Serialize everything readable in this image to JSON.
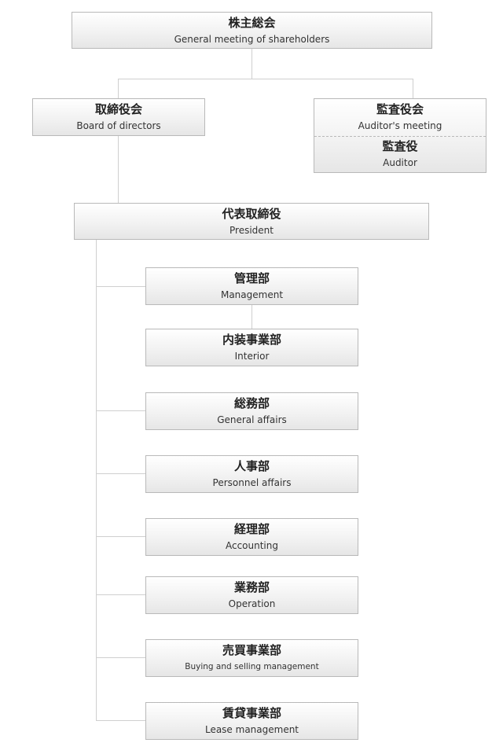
{
  "shareholders": {
    "ja": "株主総会",
    "en": "General meeting of shareholders"
  },
  "board": {
    "ja": "取締役会",
    "en": "Board of directors"
  },
  "auditors_meeting": {
    "ja": "監査役会",
    "en": "Auditor's meeting"
  },
  "auditor": {
    "ja": "監査役",
    "en": "Auditor"
  },
  "president": {
    "ja": "代表取締役",
    "en": "President"
  },
  "departments": [
    {
      "ja": "管理部",
      "en": "Management"
    },
    {
      "ja": "内装事業部",
      "en": "Interior"
    },
    {
      "ja": "総務部",
      "en": "General affairs"
    },
    {
      "ja": "人事部",
      "en": "Personnel affairs"
    },
    {
      "ja": "経理部",
      "en": "Accounting"
    },
    {
      "ja": "業務部",
      "en": "Operation"
    },
    {
      "ja": "売買事業部",
      "en": "Buying and selling management"
    },
    {
      "ja": "賃貸事業部",
      "en": "Lease management"
    }
  ]
}
